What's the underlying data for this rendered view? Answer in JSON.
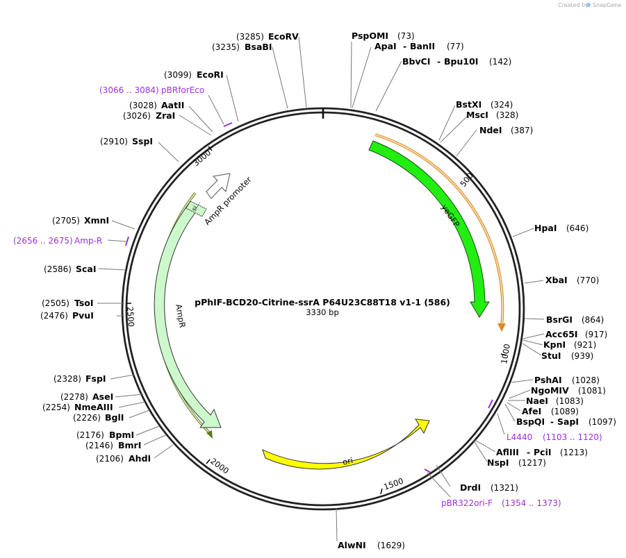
{
  "brand": {
    "prefix": "Created by",
    "name": "SnapGene"
  },
  "plasmid": {
    "name": "pPhIF-BCD20-Citrine-ssrA P64U23C88T18 v1-1 (586)",
    "length": "3330 bp"
  },
  "ticks": [
    "500",
    "1000",
    "1500",
    "2000",
    "2500",
    "3000"
  ],
  "features": {
    "yegfp": "yeGFP",
    "ori": "ori",
    "ampr": "AmpR",
    "ampr_promoter": "AmpR promoter",
    "signal": "si..."
  },
  "sites": [
    {
      "name": "PspOMI",
      "pos": "(73)"
    },
    {
      "name": "ApaI",
      "name2": "BanII",
      "pos": "(77)"
    },
    {
      "name": "BbvCI",
      "name2": "Bpu10I",
      "pos": "(142)"
    },
    {
      "name": "BstXI",
      "pos": "(324)"
    },
    {
      "name": "MscI",
      "pos": "(328)"
    },
    {
      "name": "NdeI",
      "pos": "(387)"
    },
    {
      "name": "HpaI",
      "pos": "(646)"
    },
    {
      "name": "XbaI",
      "pos": "(770)"
    },
    {
      "name": "BsrGI",
      "pos": "(864)"
    },
    {
      "name": "Acc65I",
      "pos": "(917)"
    },
    {
      "name": "KpnI",
      "pos": "(921)"
    },
    {
      "name": "StuI",
      "pos": "(939)"
    },
    {
      "name": "PshAI",
      "pos": "(1028)"
    },
    {
      "name": "NgoMIV",
      "pos": "(1081)"
    },
    {
      "name": "NaeI",
      "pos": "(1083)"
    },
    {
      "name": "AfeI",
      "pos": "(1089)"
    },
    {
      "name": "BspQI",
      "name2": "SapI",
      "pos": "(1097)"
    },
    {
      "name": "AflIII",
      "name2": "PciI",
      "pos": "(1213)"
    },
    {
      "name": "NspI",
      "pos": "(1217)"
    },
    {
      "name": "DrdI",
      "pos": "(1321)"
    },
    {
      "name": "AlwNI",
      "pos": "(1629)"
    },
    {
      "name": "AhdI",
      "pos": "(2106)"
    },
    {
      "name": "BmrI",
      "pos": "(2146)"
    },
    {
      "name": "BpmI",
      "pos": "(2176)"
    },
    {
      "name": "BglI",
      "pos": "(2226)"
    },
    {
      "name": "NmeAIII",
      "pos": "(2254)"
    },
    {
      "name": "AseI",
      "pos": "(2278)"
    },
    {
      "name": "FspI",
      "pos": "(2328)"
    },
    {
      "name": "PvuI",
      "pos": "(2476)"
    },
    {
      "name": "TsoI",
      "pos": "(2505)"
    },
    {
      "name": "ScaI",
      "pos": "(2586)"
    },
    {
      "name": "XmnI",
      "pos": "(2705)"
    },
    {
      "name": "SspI",
      "pos": "(2910)"
    },
    {
      "name": "ZraI",
      "pos": "(3026)"
    },
    {
      "name": "AatII",
      "pos": "(3028)"
    },
    {
      "name": "EcoRI",
      "pos": "(3099)"
    },
    {
      "name": "BsaBI",
      "pos": "(3235)"
    },
    {
      "name": "EcoRV",
      "pos": "(3285)"
    }
  ],
  "primers": [
    {
      "name": "pBRforEco",
      "range": "(3066 .. 3084)"
    },
    {
      "name": "Amp-R",
      "range": "(2656 .. 2675)"
    },
    {
      "name": "L4440",
      "range": "(1103 .. 1120)"
    },
    {
      "name": "pBR322ori-F",
      "range": "(1354 .. 1373)"
    }
  ],
  "colors": {
    "yegfp": "#22ee11",
    "ori": "#ffff00",
    "ampr": "#ccf8cc",
    "ampr_promoter": "#ffffff",
    "primer": "#9b30d9",
    "backbone": "#222222",
    "orange_strand": "#e89a3a",
    "green_strand": "#5a7a1a"
  }
}
